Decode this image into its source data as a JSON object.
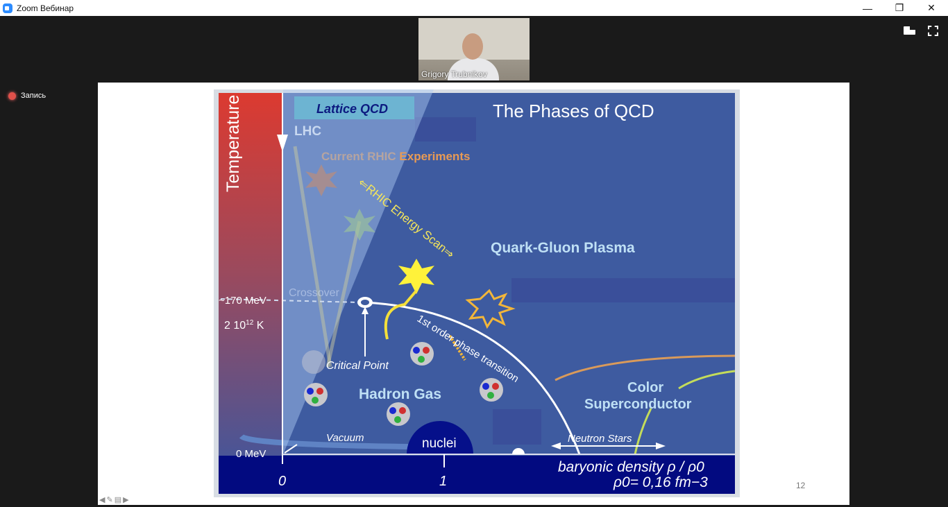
{
  "window": {
    "title": "Zoom Вебинар",
    "minimize": "—",
    "restore": "❐",
    "close": "✕"
  },
  "video": {
    "participant": "Grigory Trubnikov"
  },
  "recording": {
    "label": "Запись"
  },
  "controls": {
    "view_icon": "speaker-view-icon",
    "fullscreen_icon": "fullscreen-icon"
  },
  "slide": {
    "title": "The Phases of QCD",
    "lattice": "Lattice QCD",
    "lhc": "LHC",
    "rhic_current_a": "Current RHIC",
    "rhic_current_b": " Experiments",
    "energy_scan": "⇐RHIC Energy Scan⇒",
    "qgp": "Quark-Gluon Plasma",
    "crossover": "Crossover",
    "t170": "~170 MeV",
    "kelvin_base": "2 10",
    "kelvin_exp": "12",
    "kelvin_unit": " K",
    "ylabel": "Temperature",
    "critical": "Critical Point",
    "first_order": "1st order phase transition",
    "hadron": "Hadron Gas",
    "vacuum": "Vacuum",
    "nuclei": "nuclei",
    "color1": "Color",
    "color2": "Superconductor",
    "neutron": "Neutron Stars",
    "zero_mev": "0 MeV",
    "x0": "0",
    "x1": "1",
    "xlabel": "baryonic density  ρ / ρ0",
    "rho0": "ρ0= 0,16 fm−3",
    "page_number": "12"
  },
  "slide_nav": {
    "prev": "◀",
    "pen": "✎",
    "menu": "▤",
    "next": "▶"
  }
}
